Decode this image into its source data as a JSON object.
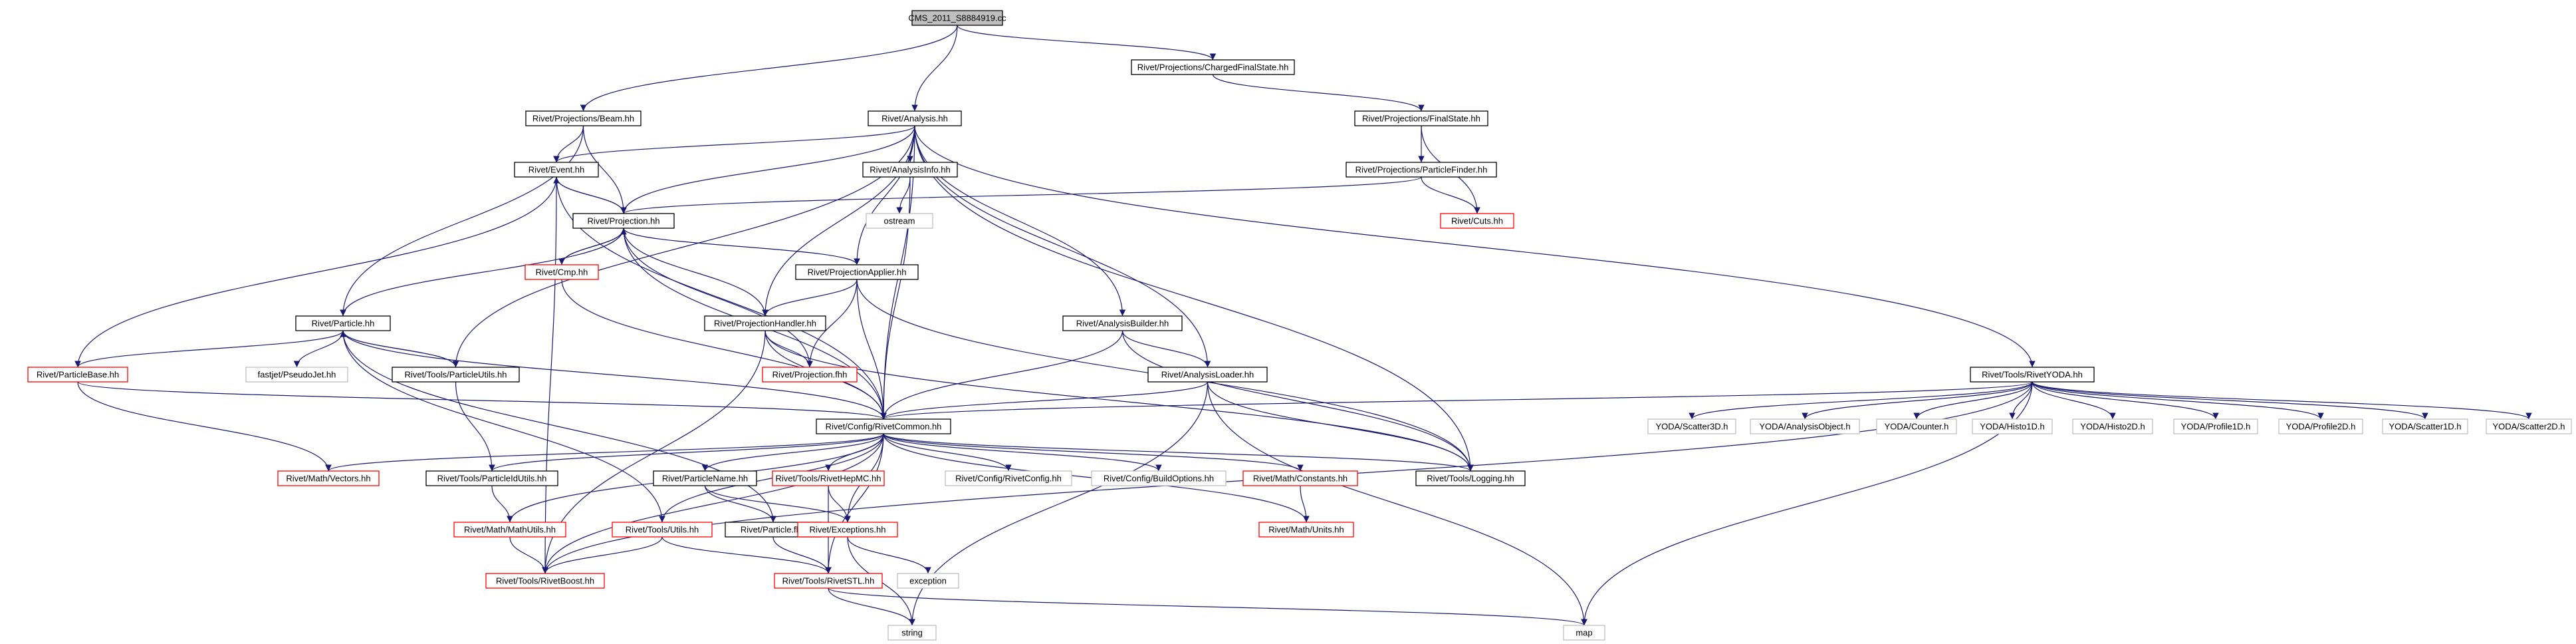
{
  "graph": {
    "colors": {
      "root_fill": "#bfbfbf",
      "normal_stroke": "#000000",
      "red_stroke": "#ff0000",
      "gray_stroke": "#bfbfbf",
      "edge": "#191970",
      "text": "#000000"
    },
    "nodes": [
      {
        "id": "n0",
        "label": "CMS_2011_S8884919.cc",
        "kind": "root"
      },
      {
        "id": "n1",
        "label": "Rivet/Projections/Beam.hh",
        "kind": "normal"
      },
      {
        "id": "n2",
        "label": "Rivet/Analysis.hh",
        "kind": "normal"
      },
      {
        "id": "n3",
        "label": "Rivet/Projections/ChargedFinalState.hh",
        "kind": "normal"
      },
      {
        "id": "n4",
        "label": "Rivet/Projections/FinalState.hh",
        "kind": "normal"
      },
      {
        "id": "n5",
        "label": "Rivet/Event.hh",
        "kind": "normal"
      },
      {
        "id": "n6",
        "label": "Rivet/AnalysisInfo.hh",
        "kind": "normal"
      },
      {
        "id": "n7",
        "label": "Rivet/Projections/ParticleFinder.hh",
        "kind": "normal"
      },
      {
        "id": "n8",
        "label": "Rivet/Projection.hh",
        "kind": "normal"
      },
      {
        "id": "n9",
        "label": "ostream",
        "kind": "gray"
      },
      {
        "id": "n10",
        "label": "Rivet/Cuts.hh",
        "kind": "red"
      },
      {
        "id": "n11",
        "label": "Rivet/Cmp.hh",
        "kind": "red"
      },
      {
        "id": "n12",
        "label": "Rivet/ProjectionApplier.hh",
        "kind": "normal"
      },
      {
        "id": "n13",
        "label": "Rivet/Particle.hh",
        "kind": "normal"
      },
      {
        "id": "n14",
        "label": "Rivet/ProjectionHandler.hh",
        "kind": "normal"
      },
      {
        "id": "n15",
        "label": "Rivet/AnalysisBuilder.hh",
        "kind": "normal"
      },
      {
        "id": "n16",
        "label": "Rivet/ParticleBase.hh",
        "kind": "red"
      },
      {
        "id": "n17",
        "label": "fastjet/PseudoJet.hh",
        "kind": "gray"
      },
      {
        "id": "n18",
        "label": "Rivet/Tools/ParticleUtils.hh",
        "kind": "normal"
      },
      {
        "id": "n19",
        "label": "Rivet/Projection.fhh",
        "kind": "red"
      },
      {
        "id": "n20",
        "label": "Rivet/AnalysisLoader.hh",
        "kind": "normal"
      },
      {
        "id": "n21",
        "label": "Rivet/Tools/RivetYODA.hh",
        "kind": "normal"
      },
      {
        "id": "n22",
        "label": "Rivet/Config/RivetCommon.hh",
        "kind": "normal"
      },
      {
        "id": "n23",
        "label": "Rivet/Math/Vectors.hh",
        "kind": "red"
      },
      {
        "id": "n24",
        "label": "Rivet/Tools/ParticleIdUtils.hh",
        "kind": "normal"
      },
      {
        "id": "n25",
        "label": "Rivet/ParticleName.hh",
        "kind": "normal"
      },
      {
        "id": "n26",
        "label": "Rivet/Tools/RivetHepMC.hh",
        "kind": "red"
      },
      {
        "id": "n27",
        "label": "Rivet/Config/RivetConfig.hh",
        "kind": "gray"
      },
      {
        "id": "n28",
        "label": "Rivet/Config/BuildOptions.hh",
        "kind": "gray"
      },
      {
        "id": "n29",
        "label": "Rivet/Math/Constants.hh",
        "kind": "red"
      },
      {
        "id": "n30",
        "label": "Rivet/Tools/Logging.hh",
        "kind": "normal"
      },
      {
        "id": "n31",
        "label": "YODA/Scatter3D.h",
        "kind": "gray"
      },
      {
        "id": "n32",
        "label": "YODA/AnalysisObject.h",
        "kind": "gray"
      },
      {
        "id": "n33",
        "label": "YODA/Counter.h",
        "kind": "gray"
      },
      {
        "id": "n34",
        "label": "YODA/Histo1D.h",
        "kind": "gray"
      },
      {
        "id": "n35",
        "label": "YODA/Histo2D.h",
        "kind": "gray"
      },
      {
        "id": "n36",
        "label": "YODA/Profile1D.h",
        "kind": "gray"
      },
      {
        "id": "n37",
        "label": "YODA/Profile2D.h",
        "kind": "gray"
      },
      {
        "id": "n38",
        "label": "YODA/Scatter1D.h",
        "kind": "gray"
      },
      {
        "id": "n39",
        "label": "YODA/Scatter2D.h",
        "kind": "gray"
      },
      {
        "id": "n40",
        "label": "Rivet/Math/MathUtils.hh",
        "kind": "red"
      },
      {
        "id": "n41",
        "label": "Rivet/Tools/Utils.hh",
        "kind": "red"
      },
      {
        "id": "n42",
        "label": "Rivet/Particle.fhh",
        "kind": "normal"
      },
      {
        "id": "n43",
        "label": "Rivet/Exceptions.hh",
        "kind": "red"
      },
      {
        "id": "n44",
        "label": "Rivet/Math/Units.hh",
        "kind": "red"
      },
      {
        "id": "n45",
        "label": "Rivet/Tools/RivetBoost.hh",
        "kind": "red"
      },
      {
        "id": "n46",
        "label": "Rivet/Tools/RivetSTL.hh",
        "kind": "red"
      },
      {
        "id": "n47",
        "label": "exception",
        "kind": "gray"
      },
      {
        "id": "n48",
        "label": "string",
        "kind": "gray"
      },
      {
        "id": "n49",
        "label": "map",
        "kind": "gray"
      }
    ],
    "edges": [
      [
        "n0",
        "n1"
      ],
      [
        "n0",
        "n2"
      ],
      [
        "n0",
        "n3"
      ],
      [
        "n3",
        "n4"
      ],
      [
        "n4",
        "n7"
      ],
      [
        "n4",
        "n10"
      ],
      [
        "n7",
        "n8"
      ],
      [
        "n7",
        "n10"
      ],
      [
        "n1",
        "n5"
      ],
      [
        "n1",
        "n8"
      ],
      [
        "n1",
        "n13"
      ],
      [
        "n2",
        "n5"
      ],
      [
        "n2",
        "n8"
      ],
      [
        "n2",
        "n6"
      ],
      [
        "n2",
        "n12"
      ],
      [
        "n2",
        "n14"
      ],
      [
        "n2",
        "n15"
      ],
      [
        "n2",
        "n20"
      ],
      [
        "n2",
        "n21"
      ],
      [
        "n2",
        "n22"
      ],
      [
        "n2",
        "n30"
      ],
      [
        "n2",
        "n18"
      ],
      [
        "n5",
        "n8"
      ],
      [
        "n5",
        "n22"
      ],
      [
        "n5",
        "n45"
      ],
      [
        "n5",
        "n16"
      ],
      [
        "n6",
        "n9"
      ],
      [
        "n6",
        "n22"
      ],
      [
        "n8",
        "n5"
      ],
      [
        "n8",
        "n11"
      ],
      [
        "n8",
        "n12"
      ],
      [
        "n8",
        "n13"
      ],
      [
        "n8",
        "n14"
      ],
      [
        "n8",
        "n19"
      ],
      [
        "n8",
        "n22"
      ],
      [
        "n11",
        "n8"
      ],
      [
        "n11",
        "n22"
      ],
      [
        "n12",
        "n14"
      ],
      [
        "n12",
        "n19"
      ],
      [
        "n12",
        "n22"
      ],
      [
        "n12",
        "n30"
      ],
      [
        "n13",
        "n16"
      ],
      [
        "n13",
        "n17"
      ],
      [
        "n13",
        "n18"
      ],
      [
        "n13",
        "n22"
      ],
      [
        "n13",
        "n41"
      ],
      [
        "n13",
        "n42"
      ],
      [
        "n18",
        "n13"
      ],
      [
        "n18",
        "n24"
      ],
      [
        "n14",
        "n19"
      ],
      [
        "n14",
        "n22"
      ],
      [
        "n14",
        "n30"
      ],
      [
        "n14",
        "n45"
      ],
      [
        "n15",
        "n20"
      ],
      [
        "n15",
        "n22"
      ],
      [
        "n15",
        "n30"
      ],
      [
        "n20",
        "n22"
      ],
      [
        "n20",
        "n30"
      ],
      [
        "n20",
        "n49"
      ],
      [
        "n20",
        "n48"
      ],
      [
        "n21",
        "n22"
      ],
      [
        "n21",
        "n31"
      ],
      [
        "n21",
        "n32"
      ],
      [
        "n21",
        "n33"
      ],
      [
        "n21",
        "n34"
      ],
      [
        "n21",
        "n35"
      ],
      [
        "n21",
        "n36"
      ],
      [
        "n21",
        "n37"
      ],
      [
        "n21",
        "n38"
      ],
      [
        "n21",
        "n39"
      ],
      [
        "n21",
        "n45"
      ],
      [
        "n21",
        "n49"
      ],
      [
        "n16",
        "n22"
      ],
      [
        "n16",
        "n23"
      ],
      [
        "n22",
        "n23"
      ],
      [
        "n22",
        "n24"
      ],
      [
        "n22",
        "n25"
      ],
      [
        "n22",
        "n26"
      ],
      [
        "n22",
        "n27"
      ],
      [
        "n22",
        "n28"
      ],
      [
        "n22",
        "n29"
      ],
      [
        "n22",
        "n30"
      ],
      [
        "n22",
        "n40"
      ],
      [
        "n22",
        "n41"
      ],
      [
        "n22",
        "n43"
      ],
      [
        "n22",
        "n44"
      ],
      [
        "n22",
        "n45"
      ],
      [
        "n22",
        "n46"
      ],
      [
        "n24",
        "n40"
      ],
      [
        "n25",
        "n42"
      ],
      [
        "n25",
        "n43"
      ],
      [
        "n26",
        "n43"
      ],
      [
        "n26",
        "n46"
      ],
      [
        "n29",
        "n44"
      ],
      [
        "n40",
        "n45"
      ],
      [
        "n41",
        "n45"
      ],
      [
        "n41",
        "n46"
      ],
      [
        "n42",
        "n46"
      ],
      [
        "n43",
        "n47"
      ],
      [
        "n43",
        "n48"
      ],
      [
        "n46",
        "n48"
      ],
      [
        "n46",
        "n49"
      ]
    ]
  }
}
